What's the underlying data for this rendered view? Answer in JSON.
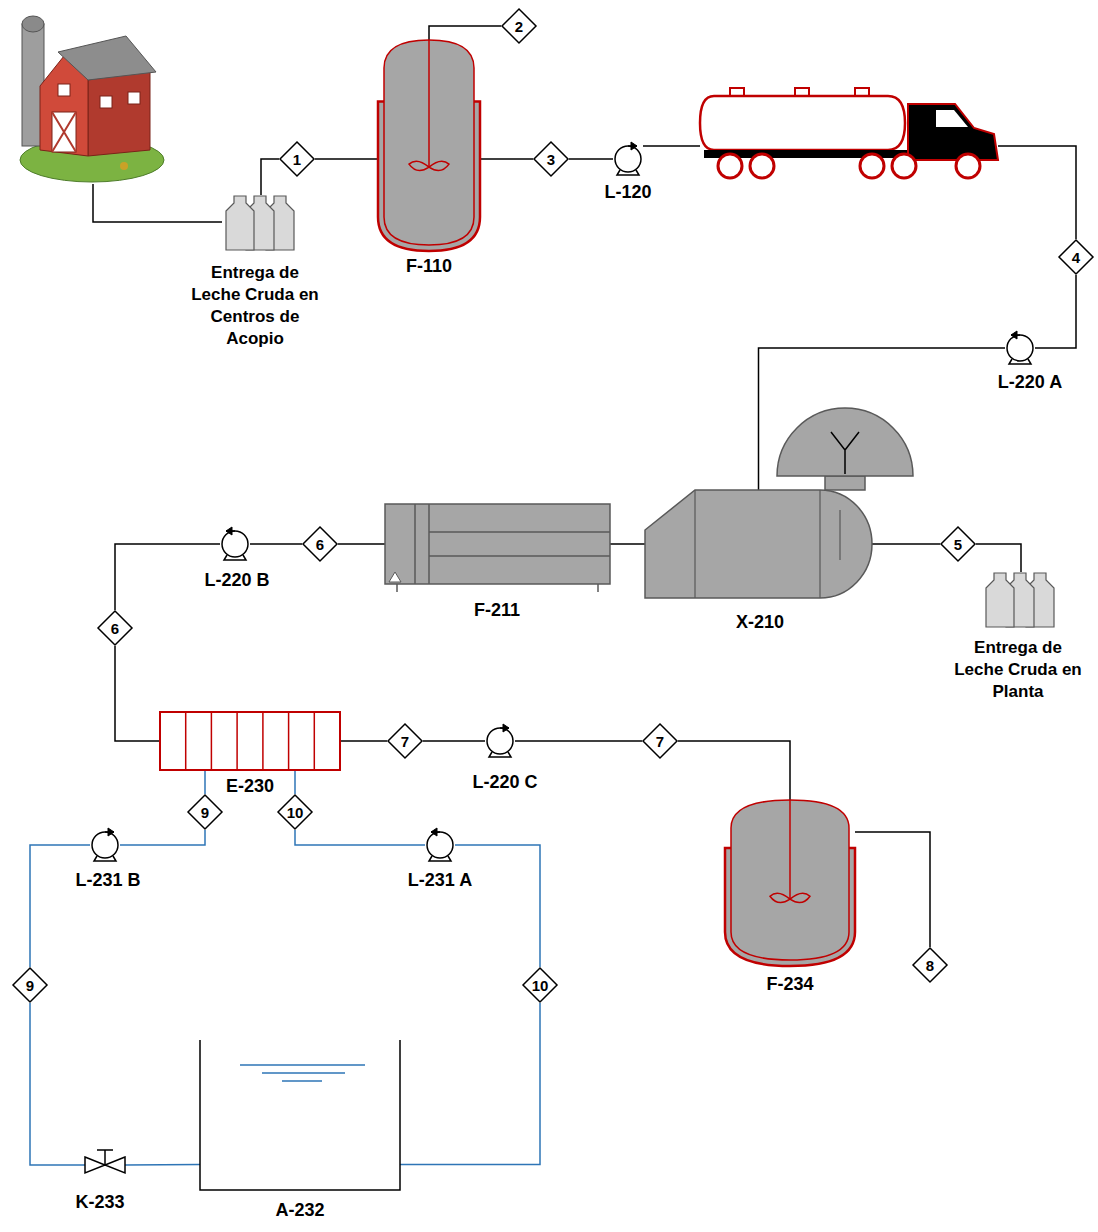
{
  "diagram": {
    "nodes": [
      {
        "text": [
          "Entrega de Leche Cruda en Centros de Acopio"
        ]
      },
      {
        "text": [
          "1"
        ]
      },
      {
        "text": [
          "F-110"
        ]
      },
      {
        "text": [
          "2"
        ]
      },
      {
        "text": [
          "3"
        ]
      },
      {
        "text": [
          "L-120"
        ]
      },
      {
        "text": [
          "4"
        ]
      },
      {
        "text": [
          "L-220 A"
        ]
      },
      {
        "text": [
          "X-210"
        ]
      },
      {
        "text": [
          "5"
        ]
      },
      {
        "text": [
          "Entrega de Leche Cruda en Planta"
        ]
      },
      {
        "text": [
          "F-211"
        ]
      },
      {
        "text": [
          "6"
        ]
      },
      {
        "text": [
          "L-220 B"
        ]
      },
      {
        "text": [
          "6"
        ]
      },
      {
        "text": [
          "E-230"
        ]
      },
      {
        "text": [
          "7"
        ]
      },
      {
        "text": [
          "L-220 C"
        ]
      },
      {
        "text": [
          "7"
        ]
      },
      {
        "text": [
          "F-234"
        ]
      },
      {
        "text": [
          "8"
        ]
      },
      {
        "text": [
          "9"
        ]
      },
      {
        "text": [
          "10"
        ]
      },
      {
        "text": [
          "L-231 B"
        ]
      },
      {
        "text": [
          "L-231 A"
        ]
      },
      {
        "text": [
          "9"
        ]
      },
      {
        "text": [
          "10"
        ]
      },
      {
        "text": [
          "K-233"
        ]
      },
      {
        "text": [
          "A-232"
        ]
      }
    ],
    "edges": [
      {
        "from": 0,
        "to": 1,
        "arrow": "none"
      },
      {
        "from": 1,
        "to": 2,
        "arrow": "none"
      },
      {
        "from": 2,
        "to": 3,
        "arrow": "none"
      },
      {
        "from": 2,
        "to": 4,
        "arrow": "none"
      },
      {
        "from": 4,
        "to": 5,
        "arrow": "none"
      },
      {
        "from": 6,
        "to": 7,
        "arrow": "none"
      },
      {
        "from": 7,
        "to": 8,
        "arrow": "none"
      },
      {
        "from": 8,
        "to": 9,
        "arrow": "none"
      },
      {
        "from": 9,
        "to": 10,
        "arrow": "none"
      },
      {
        "from": 8,
        "to": 11,
        "arrow": "none"
      },
      {
        "from": 11,
        "to": 12,
        "arrow": "none"
      },
      {
        "from": 12,
        "to": 13,
        "arrow": "none"
      },
      {
        "from": 13,
        "to": 14,
        "arrow": "none"
      },
      {
        "from": 14,
        "to": 15,
        "arrow": "none"
      },
      {
        "from": 15,
        "to": 16,
        "arrow": "none"
      },
      {
        "from": 16,
        "to": 17,
        "arrow": "none"
      },
      {
        "from": 17,
        "to": 18,
        "arrow": "none"
      },
      {
        "from": 18,
        "to": 19,
        "arrow": "none"
      },
      {
        "from": 19,
        "to": 20,
        "arrow": "none"
      },
      {
        "from": 15,
        "to": 21,
        "arrow": "none"
      },
      {
        "from": 21,
        "to": 23,
        "arrow": "none"
      },
      {
        "from": 23,
        "to": 25,
        "arrow": "none"
      },
      {
        "from": 25,
        "to": 27,
        "arrow": "none"
      },
      {
        "from": 27,
        "to": 28,
        "arrow": "none"
      },
      {
        "from": 28,
        "to": 26,
        "arrow": "none"
      },
      {
        "from": 26,
        "to": 24,
        "arrow": "none"
      },
      {
        "from": 24,
        "to": 22,
        "arrow": "none"
      },
      {
        "from": 22,
        "to": 15,
        "arrow": "none"
      }
    ]
  }
}
